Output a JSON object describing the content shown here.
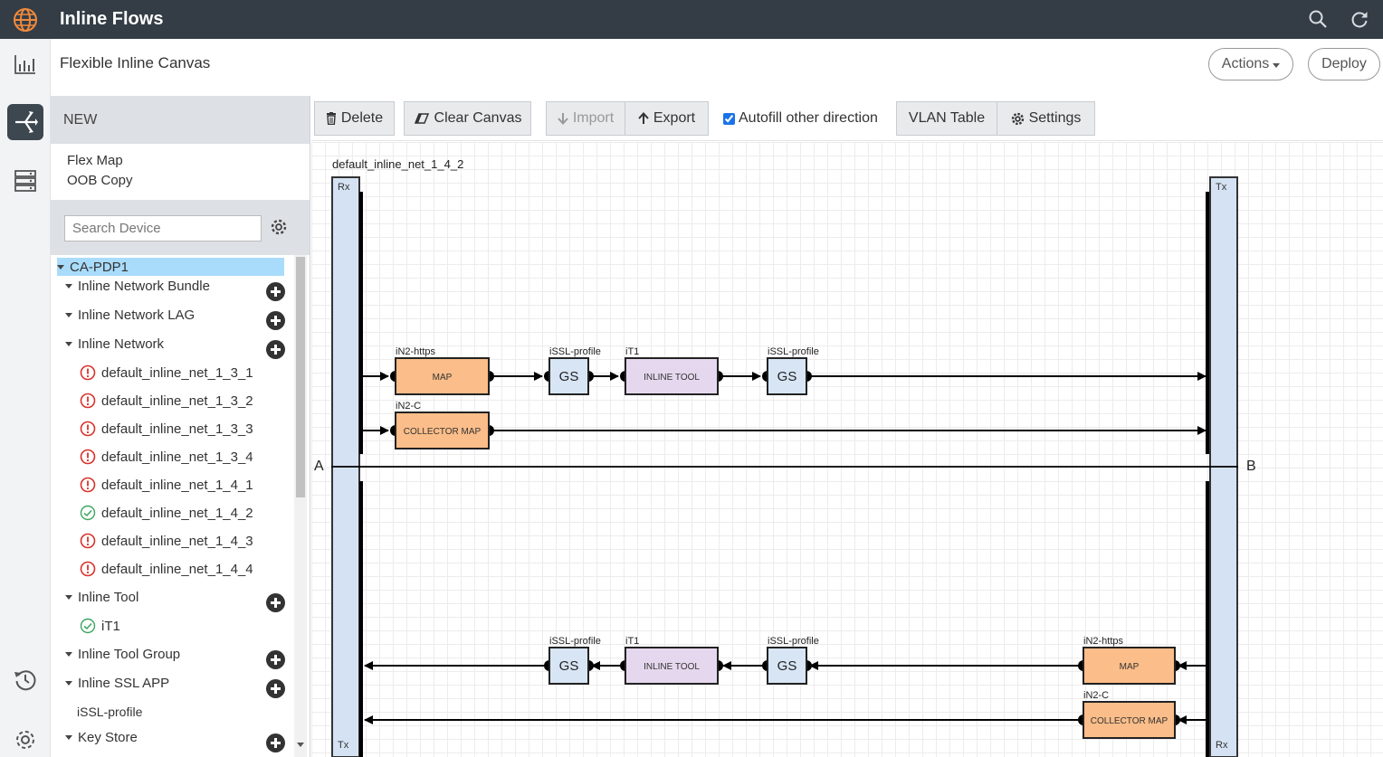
{
  "app": {
    "title": "Inline Flows"
  },
  "header": {
    "page_title": "Flexible Inline Canvas",
    "actions_label": "Actions",
    "deploy_label": "Deploy"
  },
  "sidebar": {
    "new_label": "NEW",
    "new_items": [
      "Flex Map",
      "OOB Copy"
    ],
    "search_placeholder": "Search Device",
    "tree": {
      "root": "CA-PDP1",
      "groups": [
        {
          "label": "Inline Network Bundle"
        },
        {
          "label": "Inline Network LAG"
        },
        {
          "label": "Inline Network",
          "children": [
            {
              "label": "default_inline_net_1_3_1",
              "status": "error"
            },
            {
              "label": "default_inline_net_1_3_2",
              "status": "error"
            },
            {
              "label": "default_inline_net_1_3_3",
              "status": "error"
            },
            {
              "label": "default_inline_net_1_3_4",
              "status": "error"
            },
            {
              "label": "default_inline_net_1_4_1",
              "status": "error"
            },
            {
              "label": "default_inline_net_1_4_2",
              "status": "ok"
            },
            {
              "label": "default_inline_net_1_4_3",
              "status": "error"
            },
            {
              "label": "default_inline_net_1_4_4",
              "status": "error"
            }
          ]
        },
        {
          "label": "Inline Tool",
          "children": [
            {
              "label": "iT1",
              "status": "ok"
            }
          ]
        },
        {
          "label": "Inline Tool Group"
        },
        {
          "label": "Inline SSL APP",
          "children": [
            {
              "label": "iSSL-profile"
            }
          ]
        },
        {
          "label": "Key Store"
        }
      ]
    }
  },
  "toolbar": {
    "delete_label": "Delete",
    "clear_label": "Clear Canvas",
    "import_label": "Import",
    "export_label": "Export",
    "autofill_label": "Autofill other direction",
    "autofill_checked": true,
    "vlan_label": "VLAN Table",
    "settings_label": "Settings"
  },
  "canvas": {
    "network_name": "default_inline_net_1_4_2",
    "side_a": "A",
    "side_b": "B",
    "rx_label": "Rx",
    "tx_label": "Tx",
    "upper": {
      "map1": {
        "caption": "iN2-https",
        "text": "MAP"
      },
      "gs1": {
        "caption": "iSSL-profile",
        "text": "GS"
      },
      "tool": {
        "caption": "iT1",
        "text": "INLINE TOOL"
      },
      "gs2": {
        "caption": "iSSL-profile",
        "text": "GS"
      },
      "map2": {
        "caption": "iN2-C",
        "text": "COLLECTOR MAP"
      }
    },
    "lower": {
      "gs1": {
        "caption": "iSSL-profile",
        "text": "GS"
      },
      "tool": {
        "caption": "iT1",
        "text": "INLINE TOOL"
      },
      "gs2": {
        "caption": "iSSL-profile",
        "text": "GS"
      },
      "map1": {
        "caption": "iN2-https",
        "text": "MAP"
      },
      "map2": {
        "caption": "iN2-C",
        "text": "COLLECTOR MAP"
      }
    }
  },
  "colors": {
    "topbar": "#343d46",
    "map_fill": "#fbbd89",
    "gs_fill": "#d7e5f5",
    "tool_fill": "#e5d8ee",
    "port_fill": "#d5e2f3",
    "error": "#d9312b",
    "ok": "#3aa55d"
  }
}
